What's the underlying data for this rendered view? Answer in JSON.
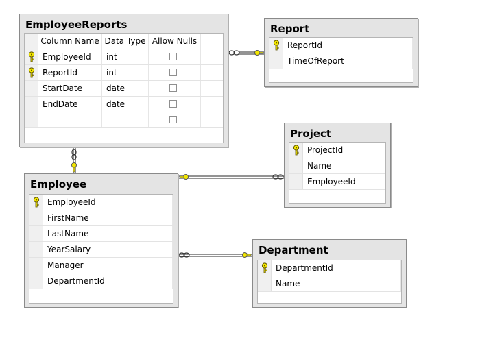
{
  "tables": {
    "employee_reports": {
      "title": "EmployeeReports",
      "headers": [
        "Column Name",
        "Data Type",
        "Allow Nulls"
      ],
      "rows": [
        {
          "name": "EmployeeId",
          "type": "int"
        },
        {
          "name": "ReportId",
          "type": "int"
        },
        {
          "name": "StartDate",
          "type": "date"
        },
        {
          "name": "EndDate",
          "type": "date"
        },
        {
          "name": "",
          "type": ""
        }
      ]
    },
    "report": {
      "title": "Report",
      "columns": [
        "ReportId",
        "TimeOfReport"
      ]
    },
    "project": {
      "title": "Project",
      "columns": [
        "ProjectId",
        "Name",
        "EmployeeId"
      ]
    },
    "employee": {
      "title": "Employee",
      "columns": [
        "EmployeeId",
        "FirstName",
        "LastName",
        "YearSalary",
        "Manager",
        "DepartmentId"
      ]
    },
    "department": {
      "title": "Department",
      "columns": [
        "DepartmentId",
        "Name"
      ]
    }
  },
  "icons": {
    "primary_key": "key-icon",
    "one_end": "key-endpoint-icon",
    "many_end": "infinity-endpoint-icon"
  },
  "colors": {
    "key": "#f2e600",
    "box": "#e4e4e4",
    "border": "#8a8a8a"
  }
}
